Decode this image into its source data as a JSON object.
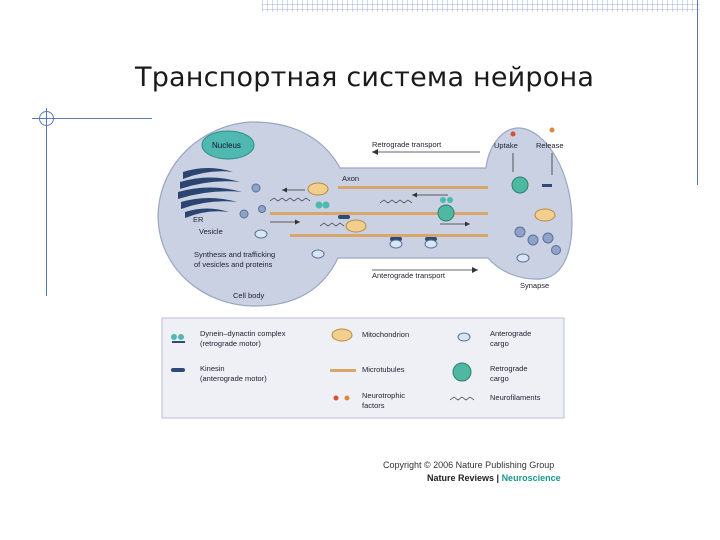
{
  "slide": {
    "title": "Транспортная система нейрона"
  },
  "diagram": {
    "labels": {
      "nucleus": "Nucleus",
      "er": "ER",
      "vesicle": "Vesicle",
      "synthesis_line1": "Synthesis and trafficking",
      "synthesis_line2": "of vesicles and proteins",
      "cell_body": "Cell body",
      "axon": "Axon",
      "retrograde_transport": "Retrograde transport",
      "anterograde_transport": "Anterograde transport",
      "uptake": "Uptake",
      "release": "Release",
      "synapse": "Synapse"
    },
    "legend": {
      "dynein_line1": "Dynein–dynactin complex",
      "dynein_line2": "(retrograde motor)",
      "kinesin_line1": "Kinesin",
      "kinesin_line2": "(anterograde motor)",
      "mitochondrion": "Mitochondrion",
      "microtubules": "Microtubules",
      "neurotrophic_line1": "Neurotrophic",
      "neurotrophic_line2": "factors",
      "anterograde_cargo_line1": "Anterograde",
      "anterograde_cargo_line2": "cargo",
      "retrograde_cargo_line1": "Retrograde",
      "retrograde_cargo_line2": "cargo",
      "neurofilaments": "Neurofilaments"
    },
    "credit": {
      "copyright": "Copyright © 2006 Nature Publishing Group",
      "journal_a": "Nature Reviews | ",
      "journal_b": "Neuroscience"
    },
    "colors": {
      "cell_fill": "#c9d1e3",
      "cell_stroke": "#9aa6c2",
      "microtubule": "#d9a66a",
      "motor_dark": "#2d4a7a",
      "nucleus_fill": "#4fb8b0",
      "er_fill": "#2b4470",
      "legend_bg": "#eef0f6"
    }
  }
}
